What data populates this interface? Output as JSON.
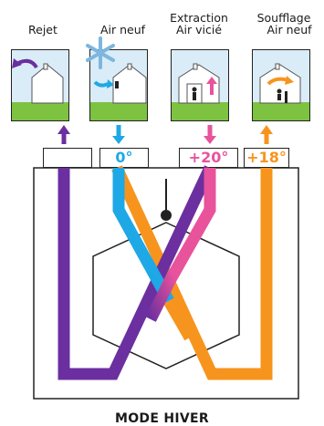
{
  "labels": {
    "rejet": "Rejet",
    "air_neuf": "Air neuf",
    "extraction_line1": "Extraction",
    "extraction_line2": "Air vicié",
    "soufflage_line1": "Soufflage",
    "soufflage_line2": "Air neuf"
  },
  "temperatures": {
    "rejet": "",
    "air_neuf": "0°",
    "extraction": "+20°",
    "soufflage": "+18°"
  },
  "mode_title": "MODE HIVER",
  "colors": {
    "purple": "#6b2fa0",
    "blue": "#1ea8e6",
    "pink": "#e8539c",
    "orange": "#f7941d",
    "grass": "#7ec242",
    "sky": "#d9ecf7"
  },
  "icons": [
    "house-icon",
    "snowflake-icon",
    "person-icon",
    "chair-icon",
    "arrow-icon"
  ]
}
